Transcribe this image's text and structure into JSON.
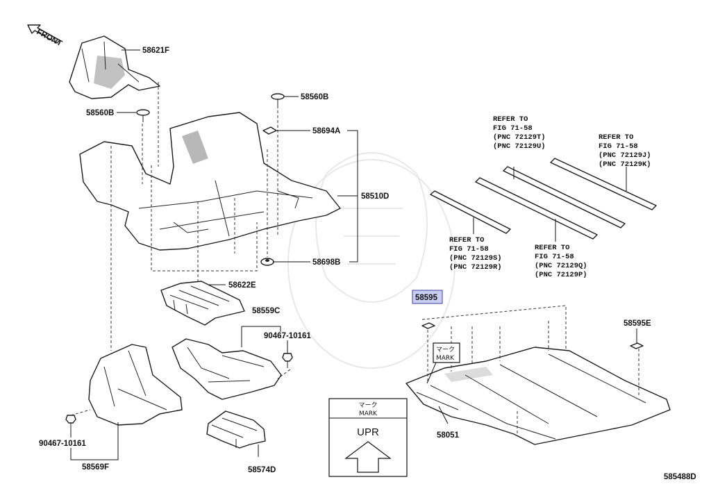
{
  "front_label": "FRONT",
  "parts": {
    "p58621F": "58621F",
    "p58560B_a": "58560B",
    "p58560B_b": "58560B",
    "p58694A": "58694A",
    "p58510D": "58510D",
    "p58698B": "58698B",
    "p58622E": "58622E",
    "p58559C": "58559C",
    "p90467_a": "90467-10161",
    "p90467_b": "90467-10161",
    "p58569F": "58569F",
    "p58574D": "58574D",
    "p58595": "58595",
    "p58595E": "58595E",
    "p58051": "58051"
  },
  "refs": {
    "r1": [
      "REFER TO",
      "FIG 71-58",
      "(PNC 72129T)",
      "(PNC 72129U)"
    ],
    "r2": [
      "REFER TO",
      "FIG 71-58",
      "(PNC 72129J)",
      "(PNC 72129K)"
    ],
    "r3": [
      "REFER TO",
      "FIG 71-58",
      "(PNC 72129S)",
      "(PNC 72129R)"
    ],
    "r4": [
      "REFER TO",
      "FIG 71-58",
      "(PNC 72129Q)",
      "(PNC 72129P)"
    ]
  },
  "mark_callout": {
    "jp": "マーク",
    "en": "MARK"
  },
  "legend_box": {
    "jp": "マーク",
    "en": "MARK",
    "text": "UPR"
  },
  "diagram_id": "585488D",
  "colors": {
    "highlight": "#c9cef2",
    "line": "#111111"
  }
}
